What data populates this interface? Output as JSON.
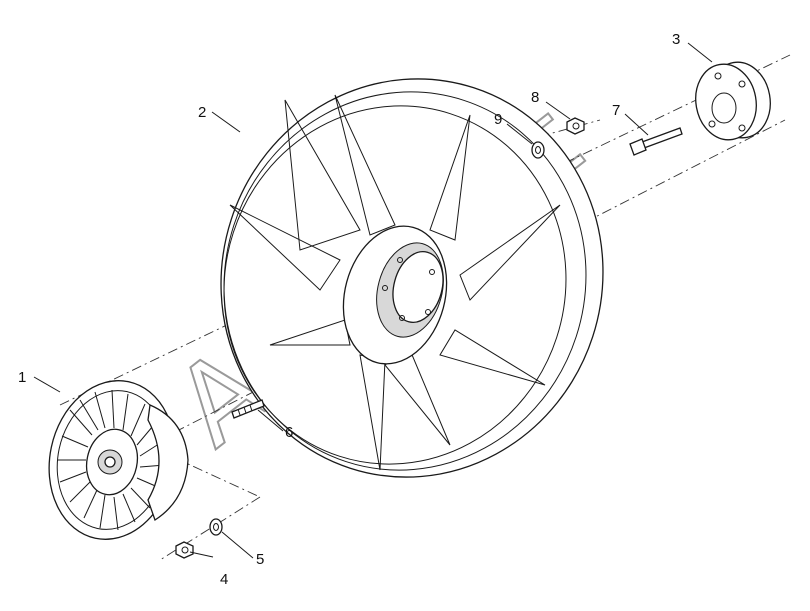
{
  "watermark": {
    "text": "AutoSoft"
  },
  "callouts": [
    {
      "id": "1",
      "label": "1"
    },
    {
      "id": "2",
      "label": "2"
    },
    {
      "id": "3",
      "label": "3"
    },
    {
      "id": "4",
      "label": "4"
    },
    {
      "id": "5",
      "label": "5"
    },
    {
      "id": "6",
      "label": "6"
    },
    {
      "id": "7",
      "label": "7"
    },
    {
      "id": "8",
      "label": "8"
    },
    {
      "id": "9",
      "label": "9"
    }
  ],
  "colors": {
    "line": "#1a1a1a",
    "watermark": "#9a9a9a",
    "background": "#ffffff"
  }
}
